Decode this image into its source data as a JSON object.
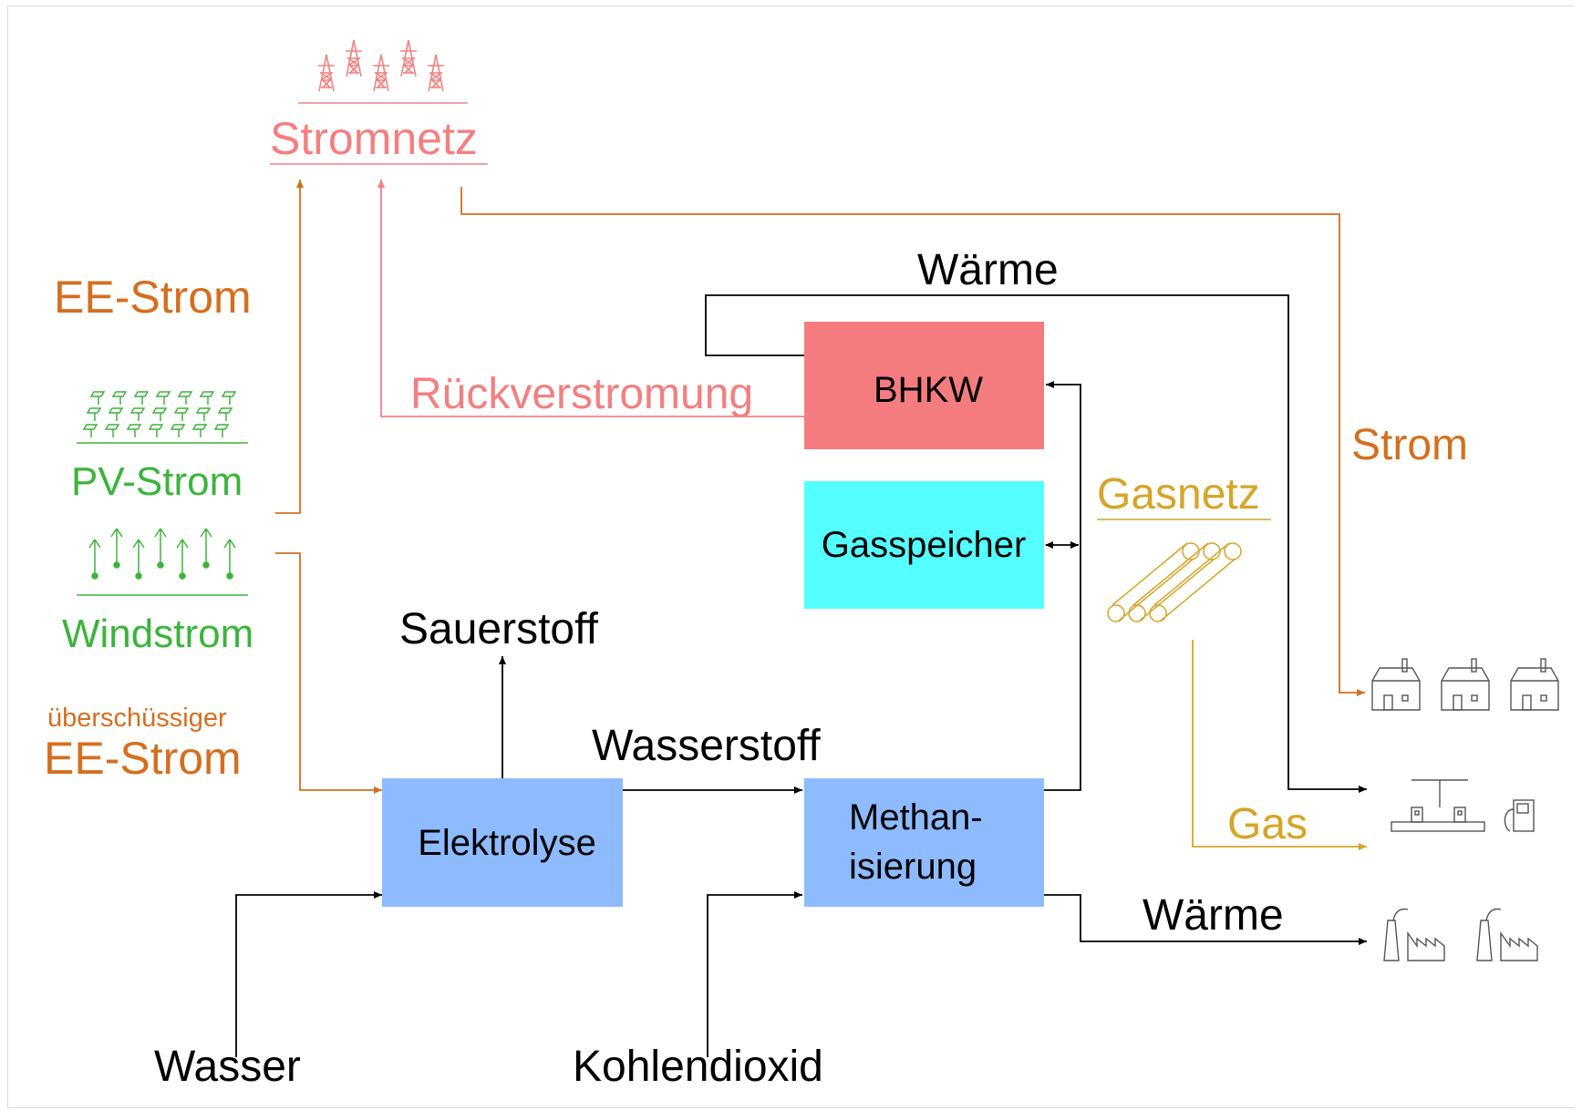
{
  "colors": {
    "orange": "#d46f1f",
    "pink": "#f28080",
    "green": "#3cb43c",
    "gold": "#d6a429",
    "black": "#000000",
    "bhkw_fill": "#f47c7e",
    "gasspeicher_fill": "#55ffff",
    "blue_fill": "#8ebbff"
  },
  "labels": {
    "stromnetz": "Stromnetz",
    "ee_strom": "EE-Strom",
    "pv_strom": "PV-Strom",
    "windstrom": "Windstrom",
    "ueberschuessiger": "überschüssiger",
    "ee_strom_2": "EE-Strom",
    "waerme_top": "Wärme",
    "rueckverstromung": "Rückverstromung",
    "strom": "Strom",
    "gasnetz": "Gasnetz",
    "sauerstoff": "Sauerstoff",
    "wasserstoff": "Wasserstoff",
    "gas": "Gas",
    "waerme_bottom": "Wärme",
    "wasser": "Wasser",
    "kohlendioxid": "Kohlendioxid"
  },
  "boxes": {
    "bhkw": "BHKW",
    "gasspeicher": "Gasspeicher",
    "elektrolyse": "Elektrolyse",
    "methan_line1": "Methan-",
    "methan_line2": "isierung"
  },
  "icons": {
    "power_grid": "transmission-towers-icon",
    "pv": "solar-panels-icon",
    "wind": "wind-turbines-icon",
    "gas_pipes": "gas-pipes-icon",
    "houses": "house-icon",
    "station": "filling-station-icon",
    "factories": "factory-icon"
  }
}
